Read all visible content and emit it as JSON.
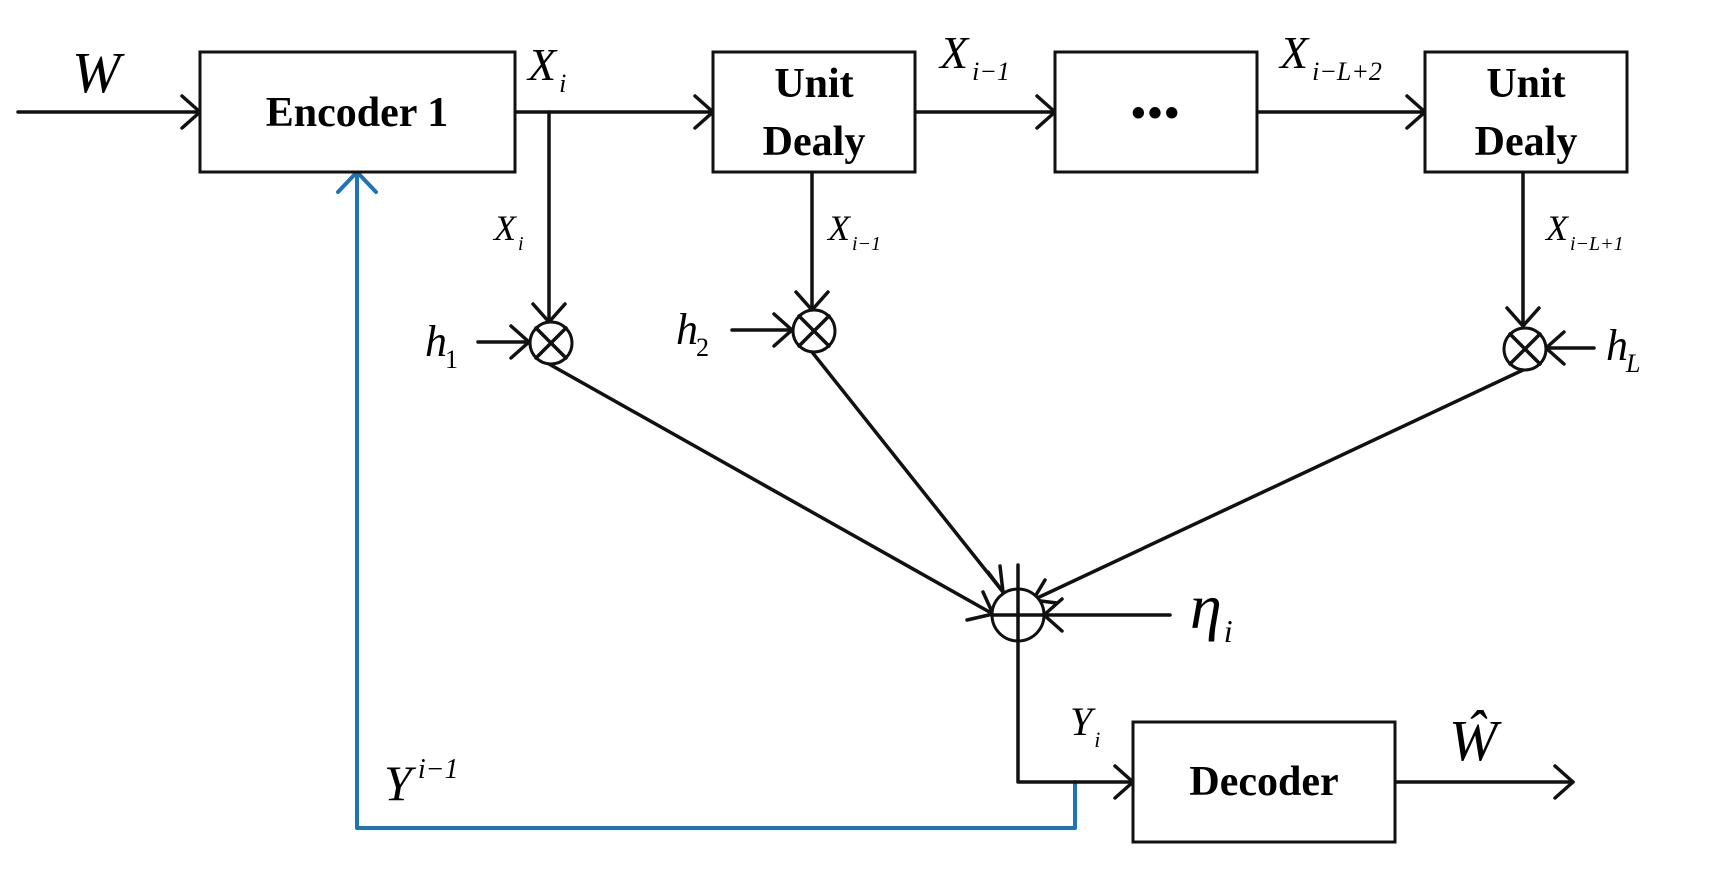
{
  "blocks": {
    "encoder": "Encoder 1",
    "unit_delay_1": [
      "Unit",
      "Dealy"
    ],
    "ellipsis": "•••",
    "unit_delay_L": [
      "Unit",
      "Dealy"
    ],
    "decoder": "Decoder"
  },
  "signals": {
    "input": "W",
    "output": "Ŵ",
    "x_i": {
      "base": "X",
      "sub": "i"
    },
    "x_i_minus_1": {
      "base": "X",
      "sub": "i−1"
    },
    "x_i_minus_L_plus_2": {
      "base": "X",
      "sub": "i−L+2"
    },
    "x_i_tap": {
      "base": "X",
      "sub": "i"
    },
    "x_i_minus_1_tap": {
      "base": "X",
      "sub": "i−1"
    },
    "x_i_minus_L_plus_1_tap": {
      "base": "X",
      "sub": "i−L+1"
    },
    "h1": {
      "base": "h",
      "sub": "1"
    },
    "h2": {
      "base": "h",
      "sub": "2"
    },
    "hL": {
      "base": "h",
      "sub": "L"
    },
    "noise": {
      "base": "η",
      "sub": "i"
    },
    "y_i": {
      "base": "Y",
      "sub": "i"
    },
    "feedback": {
      "base": "Y",
      "sup": "i−1"
    }
  },
  "colors": {
    "line": "#111111",
    "feedback": "#1f73b7"
  }
}
